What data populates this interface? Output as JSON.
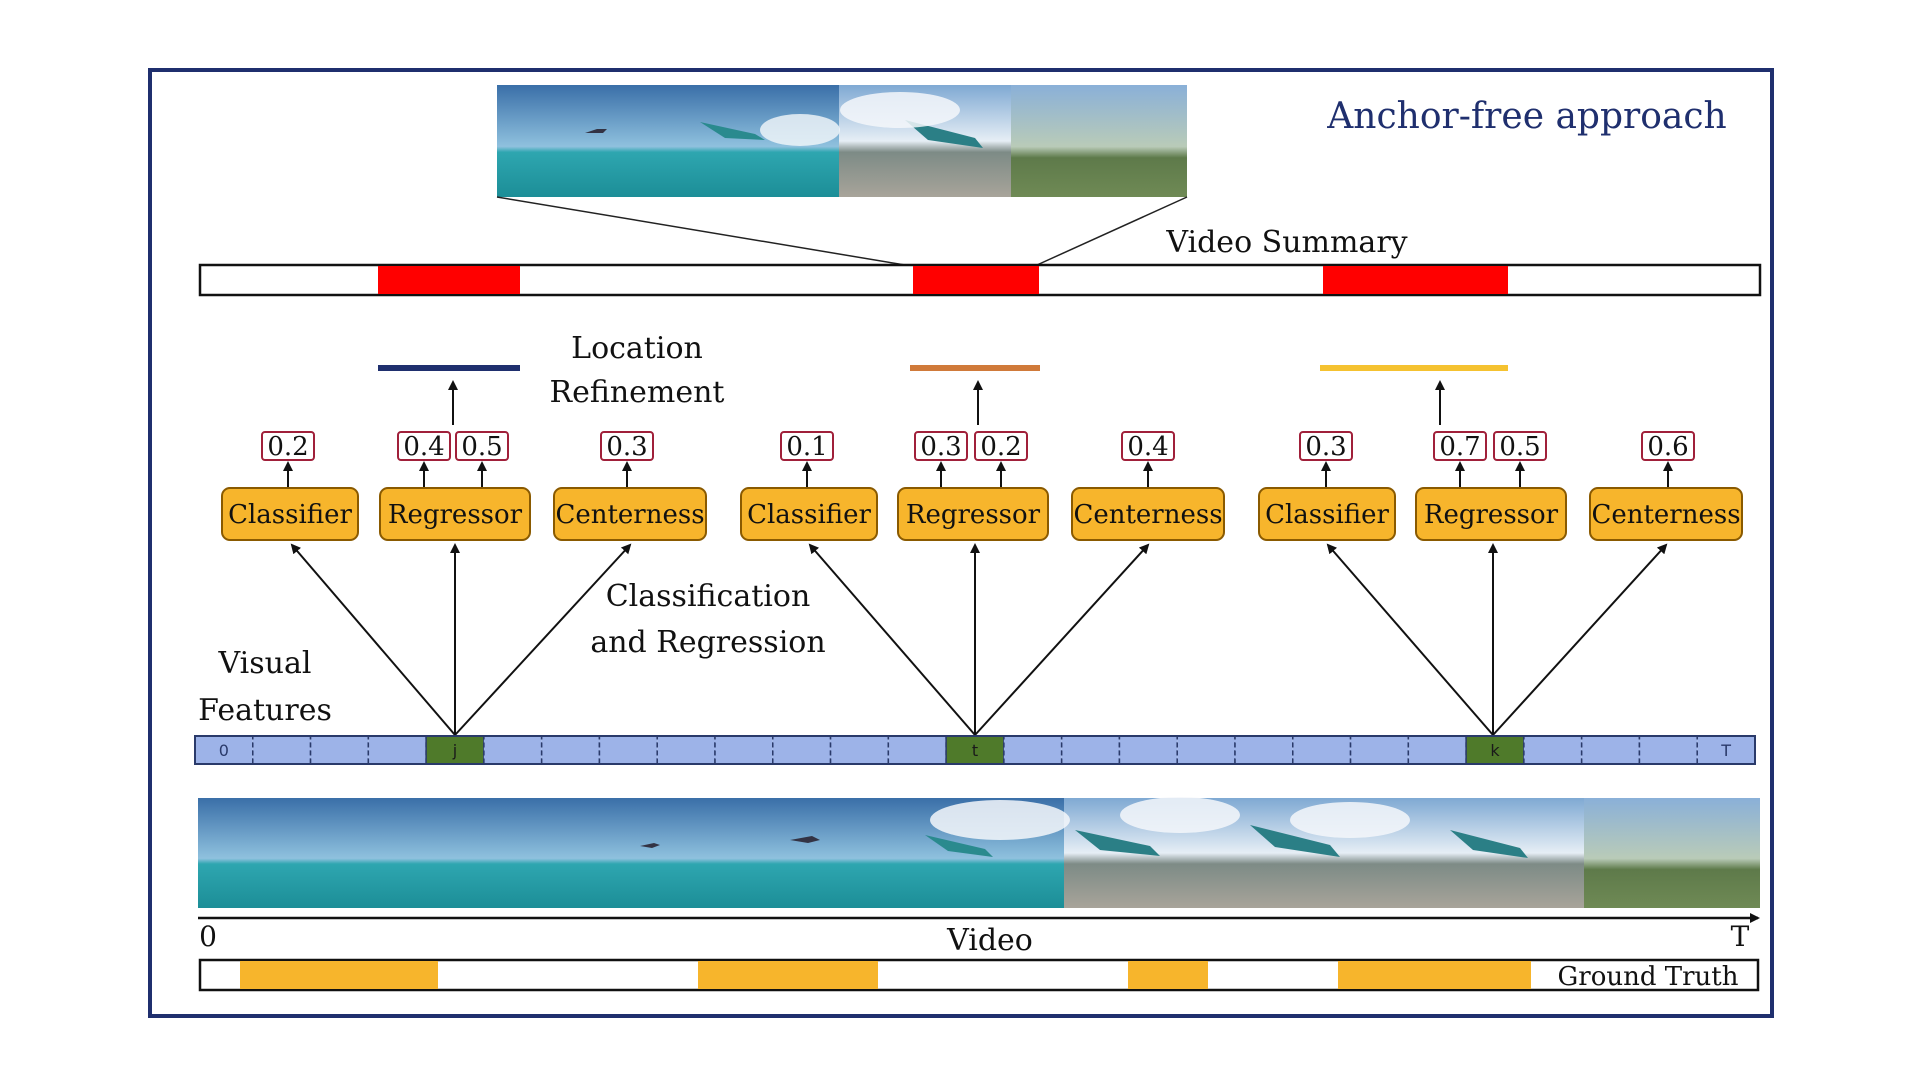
{
  "title": "Anchor-free approach",
  "labels": {
    "video_summary": "Video Summary",
    "location_refinement_line1": "Location",
    "location_refinement_line2": "Refinement",
    "class_reg_line1": "Classification",
    "class_reg_line2": "and Regression",
    "visual_features_line1": "Visual",
    "visual_features_line2": "Features",
    "video": "Video",
    "axis_start": "0",
    "axis_end": "T",
    "ground_truth": "Ground Truth"
  },
  "heads": [
    {
      "feature_label": "j",
      "refine_color": "#1f2f6e",
      "modules": [
        {
          "name": "Classifier",
          "scores": [
            "0.2"
          ]
        },
        {
          "name": "Regressor",
          "scores": [
            "0.4",
            "0.5"
          ]
        },
        {
          "name": "Centerness",
          "scores": [
            "0.3"
          ]
        }
      ]
    },
    {
      "feature_label": "t",
      "refine_color": "#d07a3a",
      "modules": [
        {
          "name": "Classifier",
          "scores": [
            "0.1"
          ]
        },
        {
          "name": "Regressor",
          "scores": [
            "0.3",
            "0.2"
          ]
        },
        {
          "name": "Centerness",
          "scores": [
            "0.4"
          ]
        }
      ]
    },
    {
      "feature_label": "k",
      "refine_color": "#f5c230",
      "modules": [
        {
          "name": "Classifier",
          "scores": [
            "0.3"
          ]
        },
        {
          "name": "Regressor",
          "scores": [
            "0.7",
            "0.5"
          ]
        },
        {
          "name": "Centerness",
          "scores": [
            "0.6"
          ]
        }
      ]
    }
  ],
  "feature_bar": {
    "first_label": "0",
    "last_label": "T"
  },
  "colors": {
    "frame": "#1f2f6e",
    "summary_segment": "#ff0000",
    "module_fill": "#f7b52c",
    "feature_cell": "#9db3e8",
    "feature_active": "#4f7a2a",
    "ground_truth": "#f7b52c",
    "score_border": "#a0203a"
  }
}
